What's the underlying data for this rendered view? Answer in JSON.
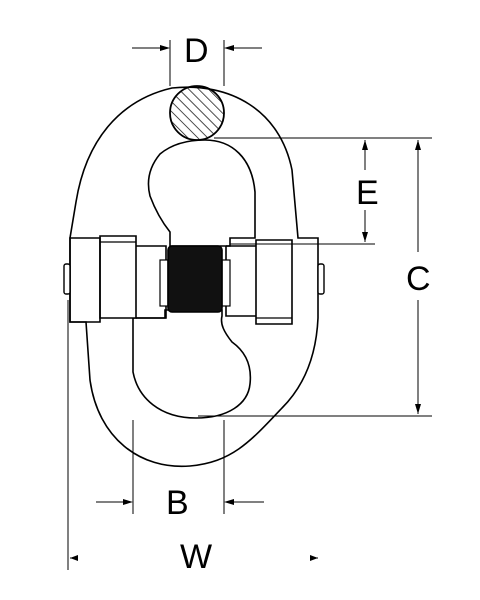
{
  "diagram": {
    "labels": {
      "d": "D",
      "e": "E",
      "c": "C",
      "b": "B",
      "w": "W"
    },
    "colors": {
      "stroke": "#000000",
      "pin_fill": "#111111",
      "background": "#ffffff"
    }
  }
}
